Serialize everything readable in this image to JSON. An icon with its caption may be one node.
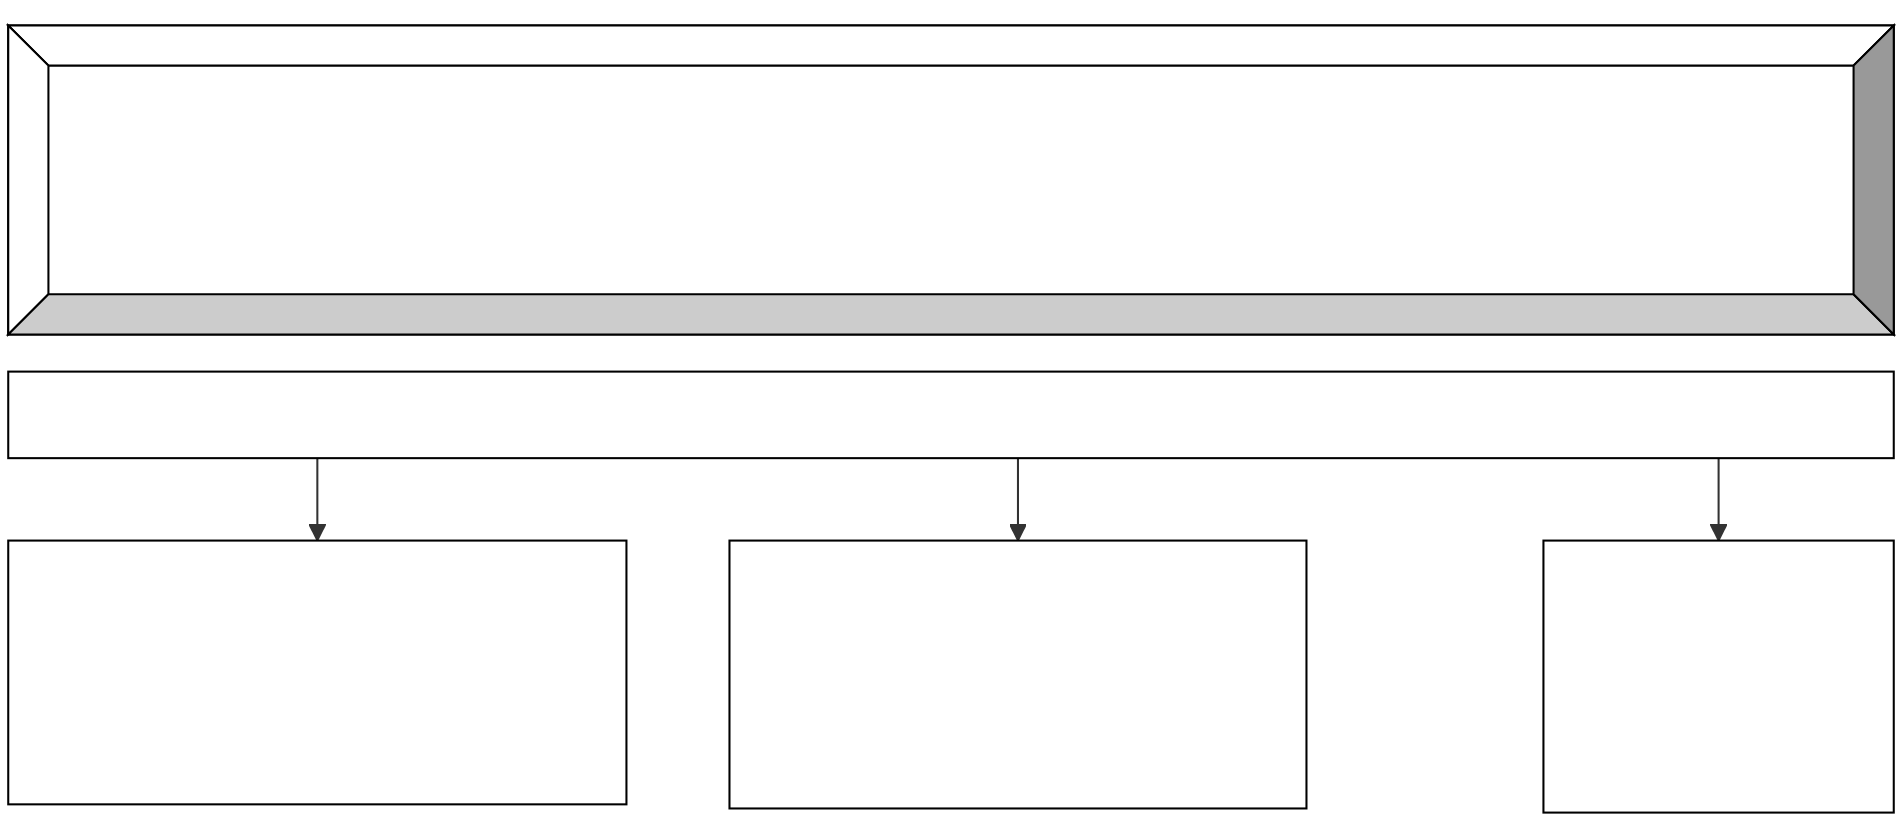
{
  "diagram": {
    "nodes": [
      {
        "text": [],
        "shape": "box"
      },
      {
        "text": [],
        "shape": "box"
      },
      {
        "text": [],
        "shape": "box"
      },
      {
        "text": [],
        "shape": "box"
      },
      {
        "text": [],
        "shape": "box"
      }
    ],
    "edges": [
      {
        "from": 1,
        "to": 2,
        "arrow": "to"
      },
      {
        "from": 1,
        "to": 3,
        "arrow": "to"
      },
      {
        "from": 1,
        "to": 4,
        "arrow": "to"
      }
    ]
  }
}
